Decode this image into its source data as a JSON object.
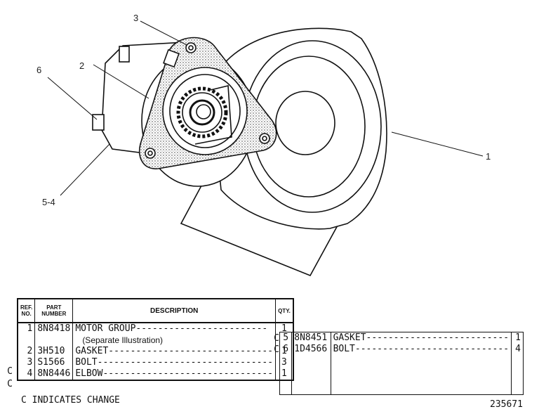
{
  "callouts": {
    "c1": "1",
    "c2": "2",
    "c3": "3",
    "c5_4": "5-4",
    "c6": "6"
  },
  "table_left": {
    "headers": {
      "ref": "REF.\nNO.",
      "part": "PART\nNUMBER",
      "description": "DESCRIPTION",
      "qty": "QTY."
    },
    "rows": [
      {
        "change": "",
        "ref": "1",
        "part": "8N8418",
        "description": "MOTOR GROUP------------------------",
        "qty": "1"
      },
      {
        "change": "",
        "ref": "",
        "part": "",
        "description": "   (Separate Illustration)",
        "qty": ""
      },
      {
        "change": "",
        "ref": "2",
        "part": "3H510",
        "description": "GASKET------------------------------",
        "qty": "1"
      },
      {
        "change": "C",
        "ref": "3",
        "part": "S1566",
        "description": "BOLT--------------------------------",
        "qty": "3"
      },
      {
        "change": "C",
        "ref": "4",
        "part": "8N8446",
        "description": "ELBOW-------------------------------",
        "qty": "1"
      }
    ]
  },
  "table_right": {
    "rows": [
      {
        "change": "C",
        "ref": "5",
        "part": "8N8451",
        "description": "GASKET--------------------------",
        "qty": "1"
      },
      {
        "change": "C",
        "ref": "6",
        "part": "1D4566",
        "description": "BOLT----------------------------",
        "qty": "4"
      }
    ]
  },
  "change_note": "C INDICATES CHANGE",
  "drawing_number": "235671"
}
